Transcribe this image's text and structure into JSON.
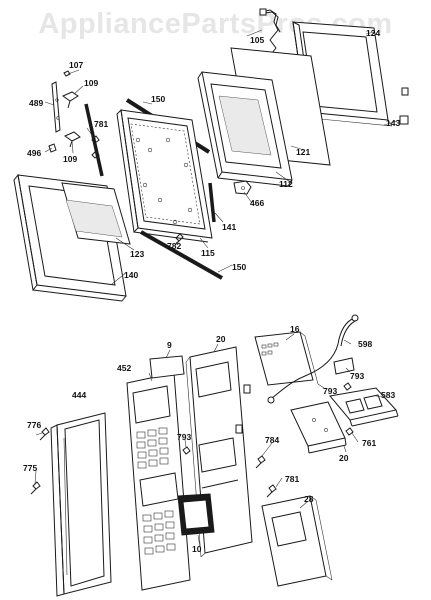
{
  "watermark": "AppliancePartsPros.com",
  "labels": {
    "p105": "105",
    "p124": "124",
    "p143": "143",
    "p107": "107",
    "p109": "109",
    "p489": "489",
    "p150": "150",
    "p781": "781",
    "p496": "496",
    "p121": "121",
    "p112": "112",
    "p466": "466",
    "p141": "141",
    "p782": "782",
    "p115": "115",
    "p123": "123",
    "p140": "140",
    "p16": "16",
    "p20": "20",
    "p9": "9",
    "p598": "598",
    "p452": "452",
    "p793": "793",
    "p444": "444",
    "p583": "583",
    "p776": "776",
    "p784": "784",
    "p761": "761",
    "p775": "775",
    "p28": "28",
    "p10": "10"
  }
}
